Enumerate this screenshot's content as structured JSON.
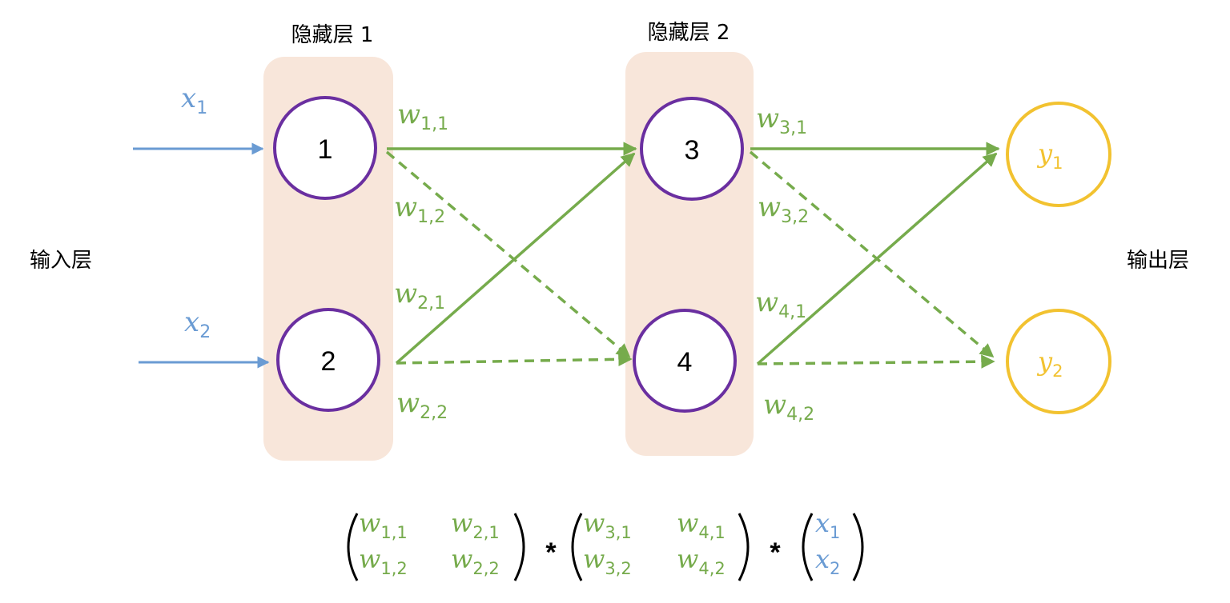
{
  "colors": {
    "input": "#6a9bd3",
    "weight": "#76ab4c",
    "hidden_node": "#6a2fa0",
    "output": "#f2c230",
    "panel": "#f8e6da",
    "text": "#000000"
  },
  "layers": {
    "input_label": "输入层",
    "hidden1_label": "隐藏层 1",
    "hidden2_label": "隐藏层 2",
    "output_label": "输出层"
  },
  "inputs": [
    {
      "var": "x",
      "sub": "1"
    },
    {
      "var": "x",
      "sub": "2"
    }
  ],
  "hidden_nodes": [
    "1",
    "2",
    "3",
    "4"
  ],
  "outputs": [
    {
      "var": "y",
      "sub": "1"
    },
    {
      "var": "y",
      "sub": "2"
    }
  ],
  "weights": [
    {
      "var": "w",
      "sub": "1,1"
    },
    {
      "var": "w",
      "sub": "1,2"
    },
    {
      "var": "w",
      "sub": "2,1"
    },
    {
      "var": "w",
      "sub": "2,2"
    },
    {
      "var": "w",
      "sub": "3,1"
    },
    {
      "var": "w",
      "sub": "3,2"
    },
    {
      "var": "w",
      "sub": "4,1"
    },
    {
      "var": "w",
      "sub": "4,2"
    }
  ],
  "formula": {
    "operator": "*",
    "matrix_a": [
      [
        {
          "var": "w",
          "sub": "1,1"
        },
        {
          "var": "w",
          "sub": "2,1"
        }
      ],
      [
        {
          "var": "w",
          "sub": "1,2"
        },
        {
          "var": "w",
          "sub": "2,2"
        }
      ]
    ],
    "matrix_b": [
      [
        {
          "var": "w",
          "sub": "3,1"
        },
        {
          "var": "w",
          "sub": "4,1"
        }
      ],
      [
        {
          "var": "w",
          "sub": "3,2"
        },
        {
          "var": "w",
          "sub": "4,2"
        }
      ]
    ],
    "vector": [
      {
        "var": "x",
        "sub": "1"
      },
      {
        "var": "x",
        "sub": "2"
      }
    ]
  }
}
